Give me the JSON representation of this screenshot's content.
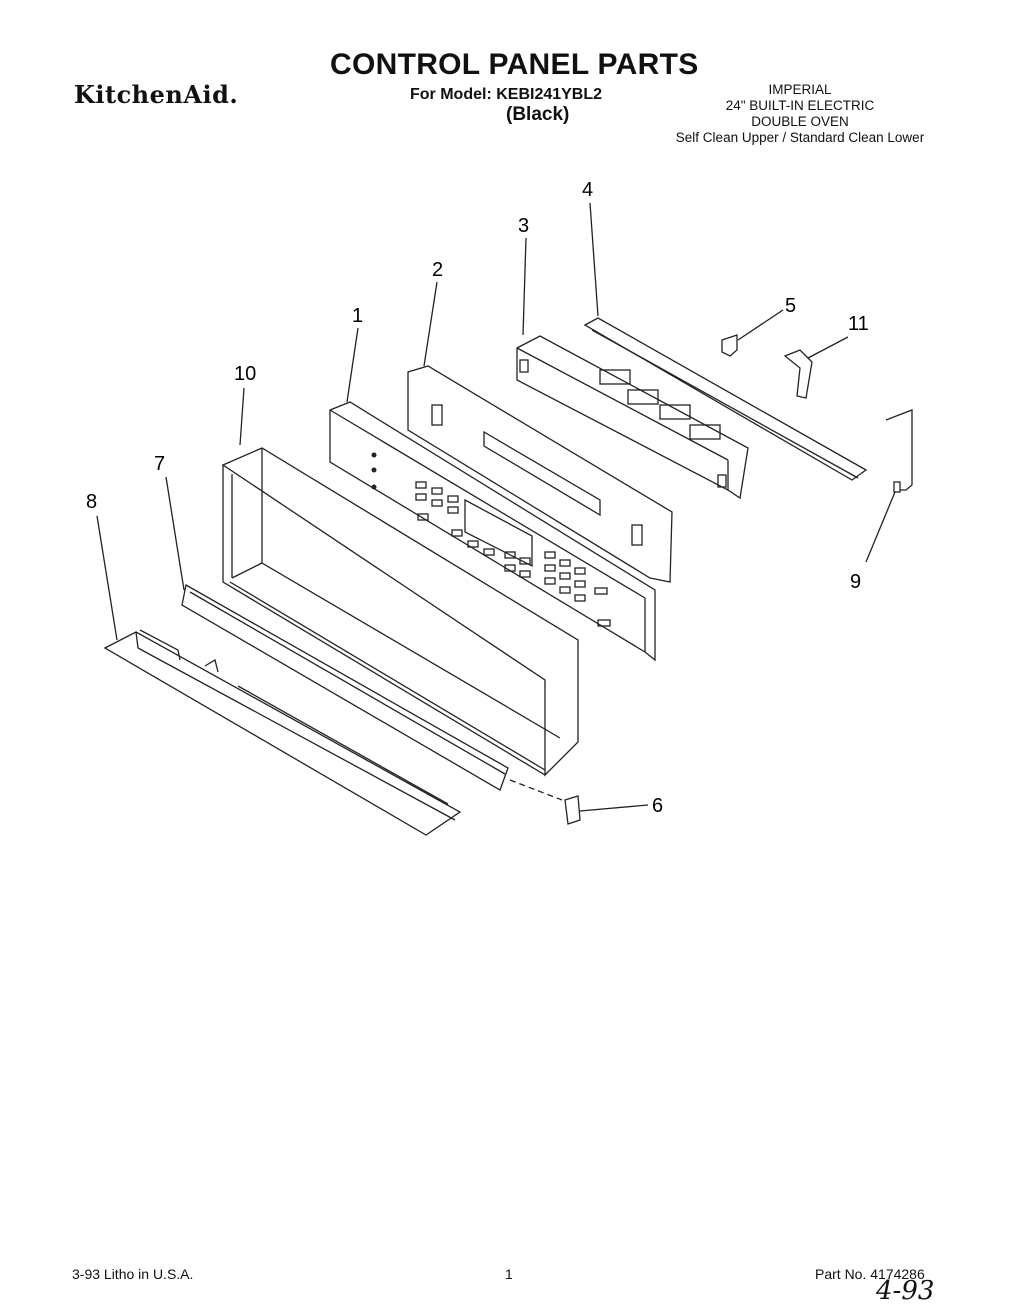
{
  "header": {
    "brand": "KitchenAid.",
    "title": "CONTROL PANEL PARTS",
    "model_line": "For Model: KEBI241YBL2",
    "color_line": "(Black)",
    "info_lines": [
      "IMPERIAL",
      "24\" BUILT-IN ELECTRIC",
      "DOUBLE OVEN",
      "Self Clean Upper / Standard Clean Lower"
    ]
  },
  "callouts": [
    "1",
    "2",
    "3",
    "4",
    "5",
    "6",
    "7",
    "8",
    "9",
    "10",
    "11"
  ],
  "footer": {
    "litho": "3-93 Litho in U.S.A.",
    "page": "1",
    "part_no": "Part No. 4174286",
    "handwritten": "4-93"
  }
}
